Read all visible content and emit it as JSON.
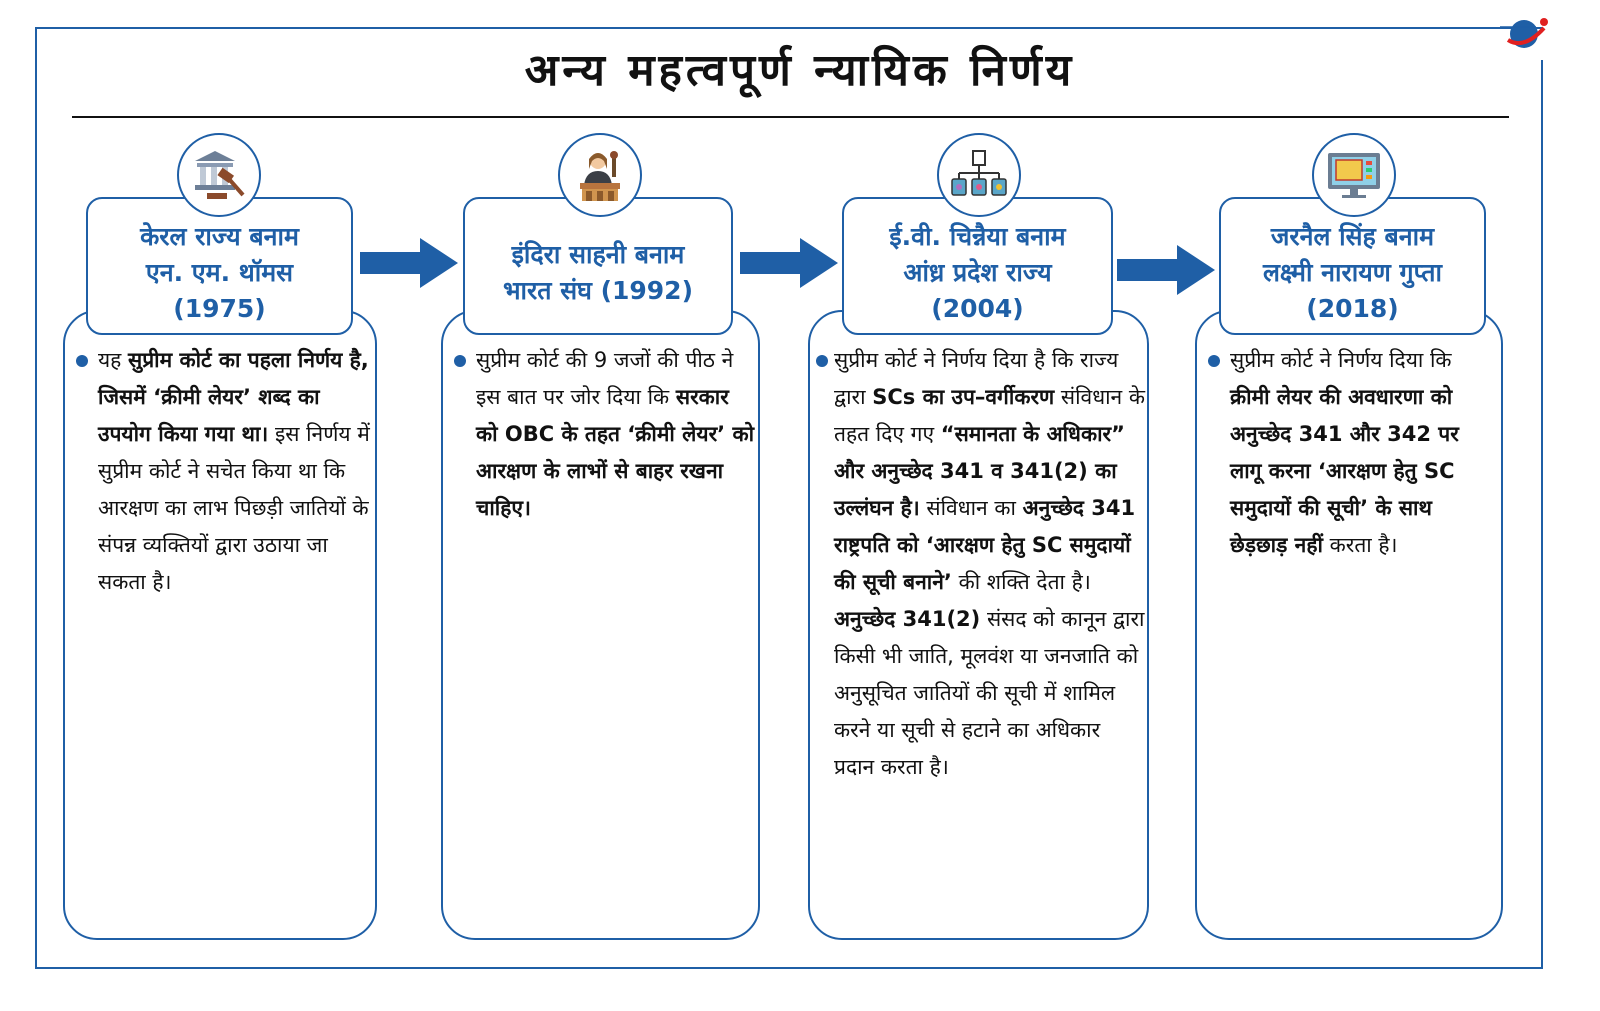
{
  "title": "अन्य महत्वपूर्ण न्यायिक निर्णय",
  "colors": {
    "accent": "#1f5fa6",
    "text": "#111111"
  },
  "cases": [
    {
      "icon": "courthouse-gavel-icon",
      "heading": [
        "केरल राज्य बनाम",
        "एन. एम. थॉमस",
        "(1975)"
      ],
      "body": [
        {
          "t": "यह ",
          "b": false
        },
        {
          "t": "सुप्रीम कोर्ट का पहला निर्णय है, जिसमें ‘क्रीमी लेयर’ शब्द का उपयोग किया गया था।",
          "b": true
        },
        {
          "t": " इस निर्णय में सुप्रीम कोर्ट ने सचेत किया था कि आरक्षण का लाभ पिछड़ी जातियों के संपन्न व्यक्तियों द्वारा उठाया जा सकता है।",
          "b": false
        }
      ]
    },
    {
      "icon": "judge-icon",
      "heading": [
        "इंदिरा साहनी बनाम",
        "भारत संघ (1992)"
      ],
      "body": [
        {
          "t": "सुप्रीम कोर्ट की 9 जजों की पीठ ने इस बात पर जोर दिया कि ",
          "b": false
        },
        {
          "t": "सरकार को OBC के तहत ‘क्रीमी लेयर’ को आरक्षण के लाभों से बाहर रखना चाहिए।",
          "b": true
        }
      ]
    },
    {
      "icon": "hierarchy-documents-icon",
      "heading": [
        "ई.वी. चिन्नैया बनाम",
        "आंध्र प्रदेश राज्य",
        "(2004)"
      ],
      "body": [
        {
          "t": "सुप्रीम कोर्ट ने निर्णय दिया है कि राज्य द्वारा ",
          "b": false
        },
        {
          "t": "SCs का उप–वर्गीकरण",
          "b": true
        },
        {
          "t": " संविधान के तहत दिए गए ",
          "b": false
        },
        {
          "t": "“समानता के अधिकार” और अनुच्छेद 341 व 341(2) का उल्लंघन है।",
          "b": true
        },
        {
          "t": " संविधान का ",
          "b": false
        },
        {
          "t": "अनुच्छेद 341 राष्ट्रपति को ‘आरक्षण हेतु SC समुदायों की सूची बनाने’",
          "b": true
        },
        {
          "t": " की शक्ति देता है। ",
          "b": false
        },
        {
          "t": "अनुच्छेद 341(2)",
          "b": true
        },
        {
          "t": " संसद को कानून द्वारा किसी भी जाति, मूलवंश या जनजाति को अनुसूचित जातियों की सूची में शामिल करने या सूची से हटाने का अधिकार प्रदान करता है।",
          "b": false
        }
      ]
    },
    {
      "icon": "computer-screen-icon",
      "heading": [
        "जरनैल सिंह बनाम",
        "लक्ष्मी नारायण गुप्ता",
        "(2018)"
      ],
      "body": [
        {
          "t": "सुप्रीम कोर्ट ने निर्णय दिया कि ",
          "b": false
        },
        {
          "t": "क्रीमी लेयर की अवधारणा को अनुच्छेद 341 और 342 पर लागू करना ‘आरक्षण हेतु SC समुदायों की सूची’ के साथ छेड़छाड़ नहीं",
          "b": true
        },
        {
          "t": " करता है।",
          "b": false
        }
      ]
    }
  ]
}
